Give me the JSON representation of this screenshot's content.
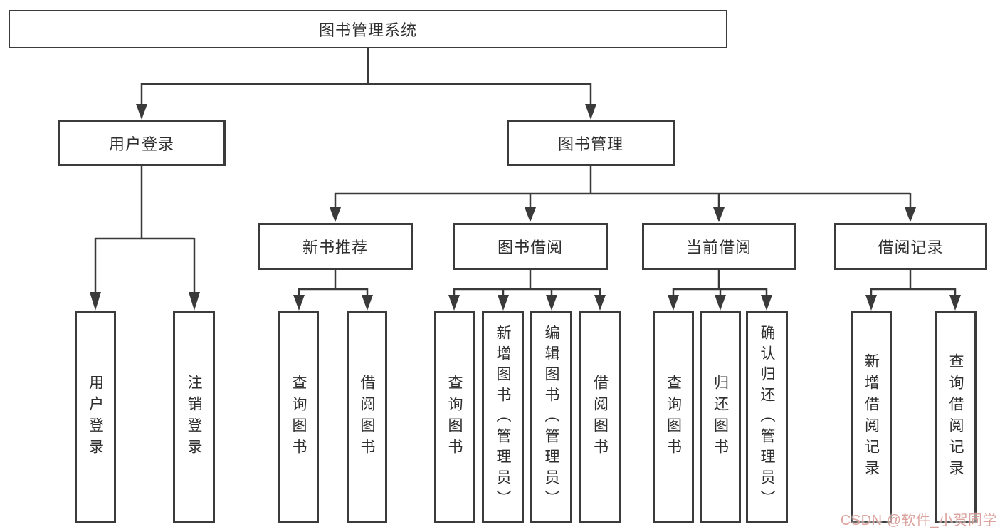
{
  "tree": {
    "root": {
      "label": "图书管理系统",
      "children": [
        {
          "label": "用户登录",
          "children": [
            {
              "label": "用户登录"
            },
            {
              "label": "注销登录"
            }
          ]
        },
        {
          "label": "图书管理",
          "children": [
            {
              "label": "新书推荐",
              "children": [
                {
                  "label": "查询图书"
                },
                {
                  "label": "借阅图书"
                }
              ]
            },
            {
              "label": "图书借阅",
              "children": [
                {
                  "label": "查询图书"
                },
                {
                  "label": "新增图书（管理员）"
                },
                {
                  "label": "编辑图书（管理员）"
                },
                {
                  "label": "借阅图书"
                }
              ]
            },
            {
              "label": "当前借阅",
              "children": [
                {
                  "label": "查询图书"
                },
                {
                  "label": "归还图书"
                },
                {
                  "label": "确认归还（管理员）"
                }
              ]
            },
            {
              "label": "借阅记录",
              "children": [
                {
                  "label": "新增借阅记录"
                },
                {
                  "label": "查询借阅记录"
                }
              ]
            }
          ]
        }
      ]
    }
  },
  "watermark": {
    "text": "CSDN @软件_小贺同学",
    "color": "#d89a94"
  },
  "colors": {
    "line": "#3a3a3a",
    "box_border": "#3b3b3b",
    "text": "#2f2f2f",
    "background": "#ffffff"
  }
}
